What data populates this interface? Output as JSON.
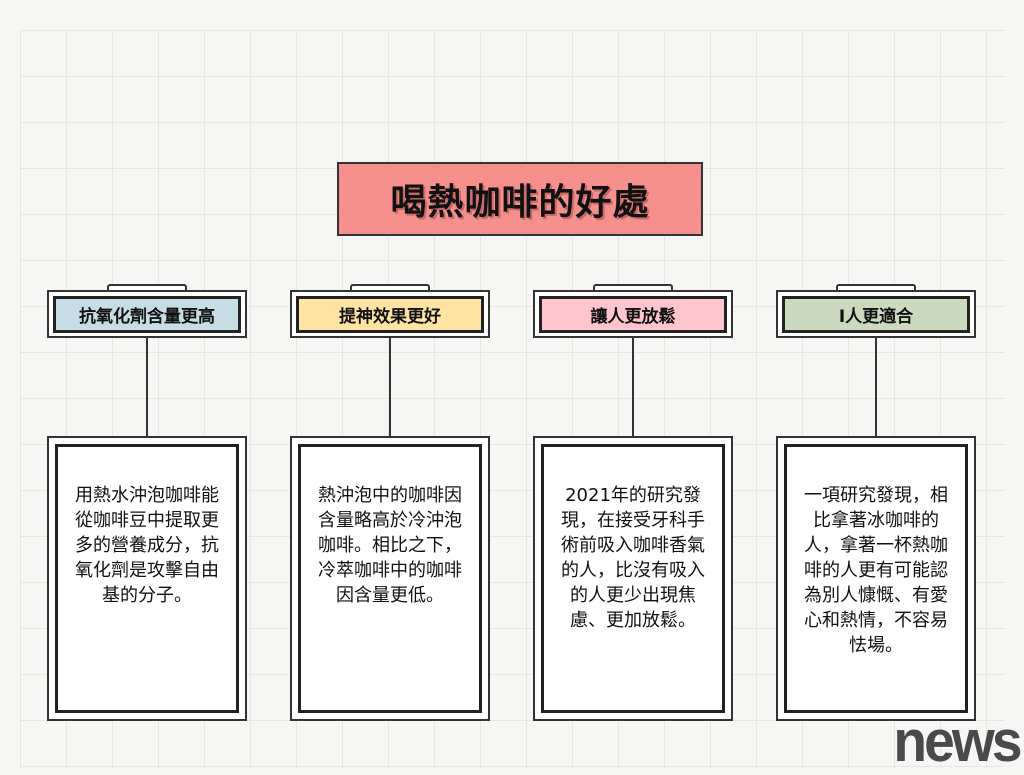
{
  "title": "喝熱咖啡的好處",
  "columns": [
    {
      "heading": "抗氧化劑含量更高",
      "color": "#c6dde6",
      "lines": [
        "用熱水沖泡咖啡能",
        "從咖啡豆中提取更",
        "多的營養成分，抗",
        "氧化劑是攻擊自由",
        "基的分子。"
      ]
    },
    {
      "heading": "提神效果更好",
      "color": "#ffe3a3",
      "lines": [
        "熱沖泡中的咖啡因",
        "含量略高於冷沖泡",
        "咖啡。相比之下，",
        "冷萃咖啡中的咖啡",
        "因含量更低。"
      ]
    },
    {
      "heading": "讓人更放鬆",
      "color": "#ffc5cf",
      "lines": [
        "2021年的研究發",
        "現，在接受牙科手",
        "術前吸入咖啡香氣",
        "的人，比沒有吸入",
        "的人更少出現焦",
        "慮、更加放鬆。"
      ]
    },
    {
      "heading": "I人更適合",
      "color": "#cbd9bf",
      "lines": [
        "一項研究發現，相",
        "比拿著冰咖啡的",
        "人，拿著一杯熱咖",
        "啡的人更有可能認",
        "為別人慷慨、有愛",
        "心和熱情，不容易",
        "怯場。"
      ]
    }
  ],
  "logo": "news"
}
